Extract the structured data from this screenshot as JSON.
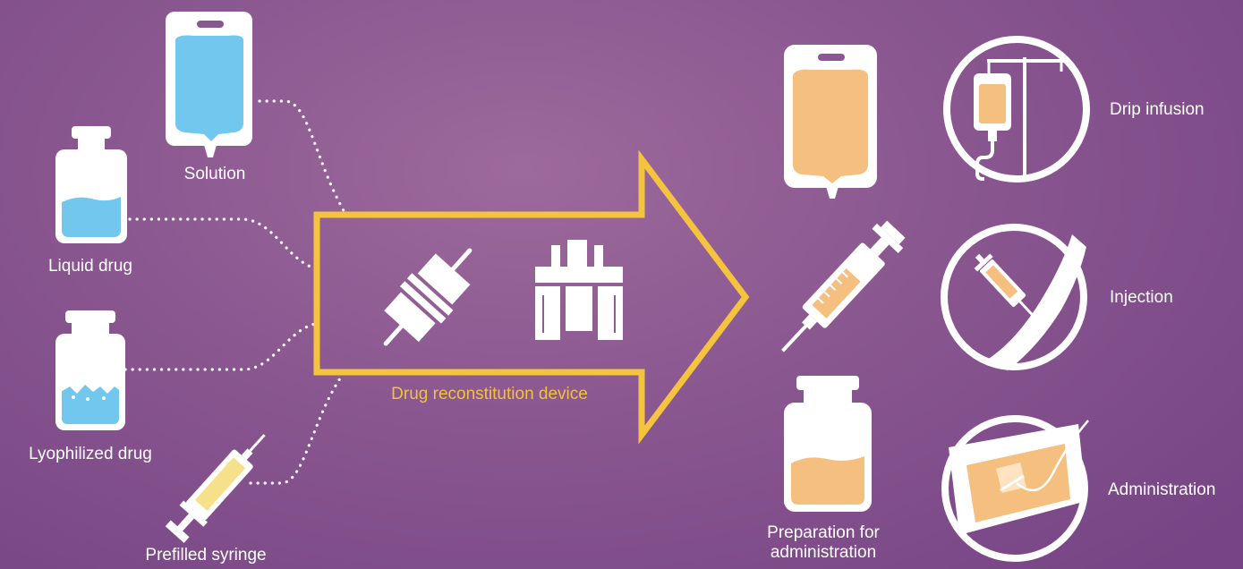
{
  "inputs": {
    "solution": "Solution",
    "liquid_drug": "Liquid drug",
    "lyophilized_drug": "Lyophilized drug",
    "prefilled_syringe": "Prefilled syringe"
  },
  "device": {
    "label": "Drug reconstitution device"
  },
  "preparation": {
    "label_line1": "Preparation for",
    "label_line2": "administration"
  },
  "outputs": {
    "drip_infusion": "Drip infusion",
    "injection": "Injection",
    "administration": "Administration"
  },
  "colors": {
    "background": "#8a5790",
    "arrow": "#f5c43e",
    "input_liquid": "#72c7ef",
    "output_liquid": "#f5c07f",
    "icon_white": "#ffffff"
  }
}
